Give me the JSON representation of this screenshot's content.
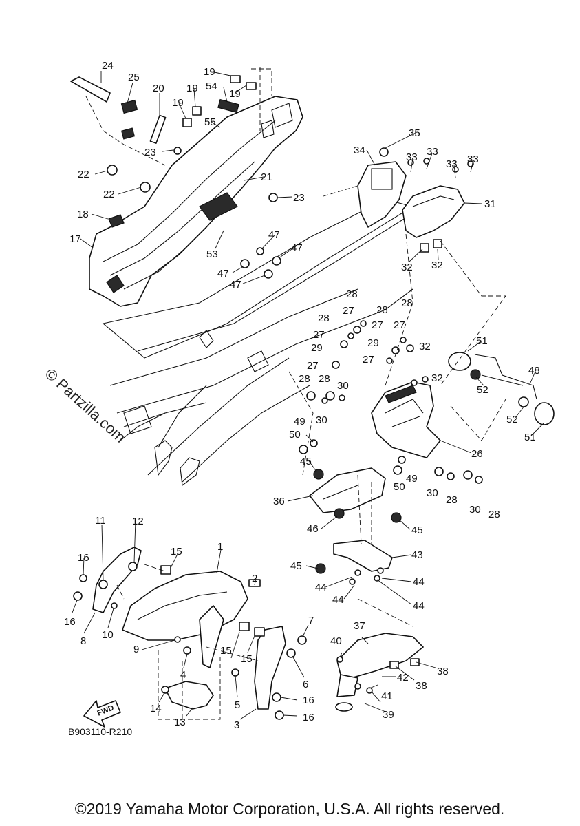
{
  "diagram": {
    "callouts": [
      "1",
      "2",
      "3",
      "4",
      "5",
      "6",
      "7",
      "8",
      "9",
      "10",
      "11",
      "12",
      "13",
      "14",
      "15",
      "16",
      "17",
      "18",
      "19",
      "20",
      "21",
      "22",
      "23",
      "24",
      "25",
      "26",
      "27",
      "28",
      "29",
      "30",
      "31",
      "32",
      "33",
      "34",
      "35",
      "36",
      "37",
      "38",
      "39",
      "40",
      "41",
      "42",
      "43",
      "44",
      "45",
      "46",
      "47",
      "48",
      "49",
      "50",
      "51",
      "52",
      "53",
      "54",
      "55"
    ],
    "diagram_code": "B903110-R210",
    "fwd_label": "FWD",
    "watermark": "© Partzilla.com",
    "copyright": "©2019 Yamaha Motor Corporation, U.S.A. All rights reserved."
  }
}
